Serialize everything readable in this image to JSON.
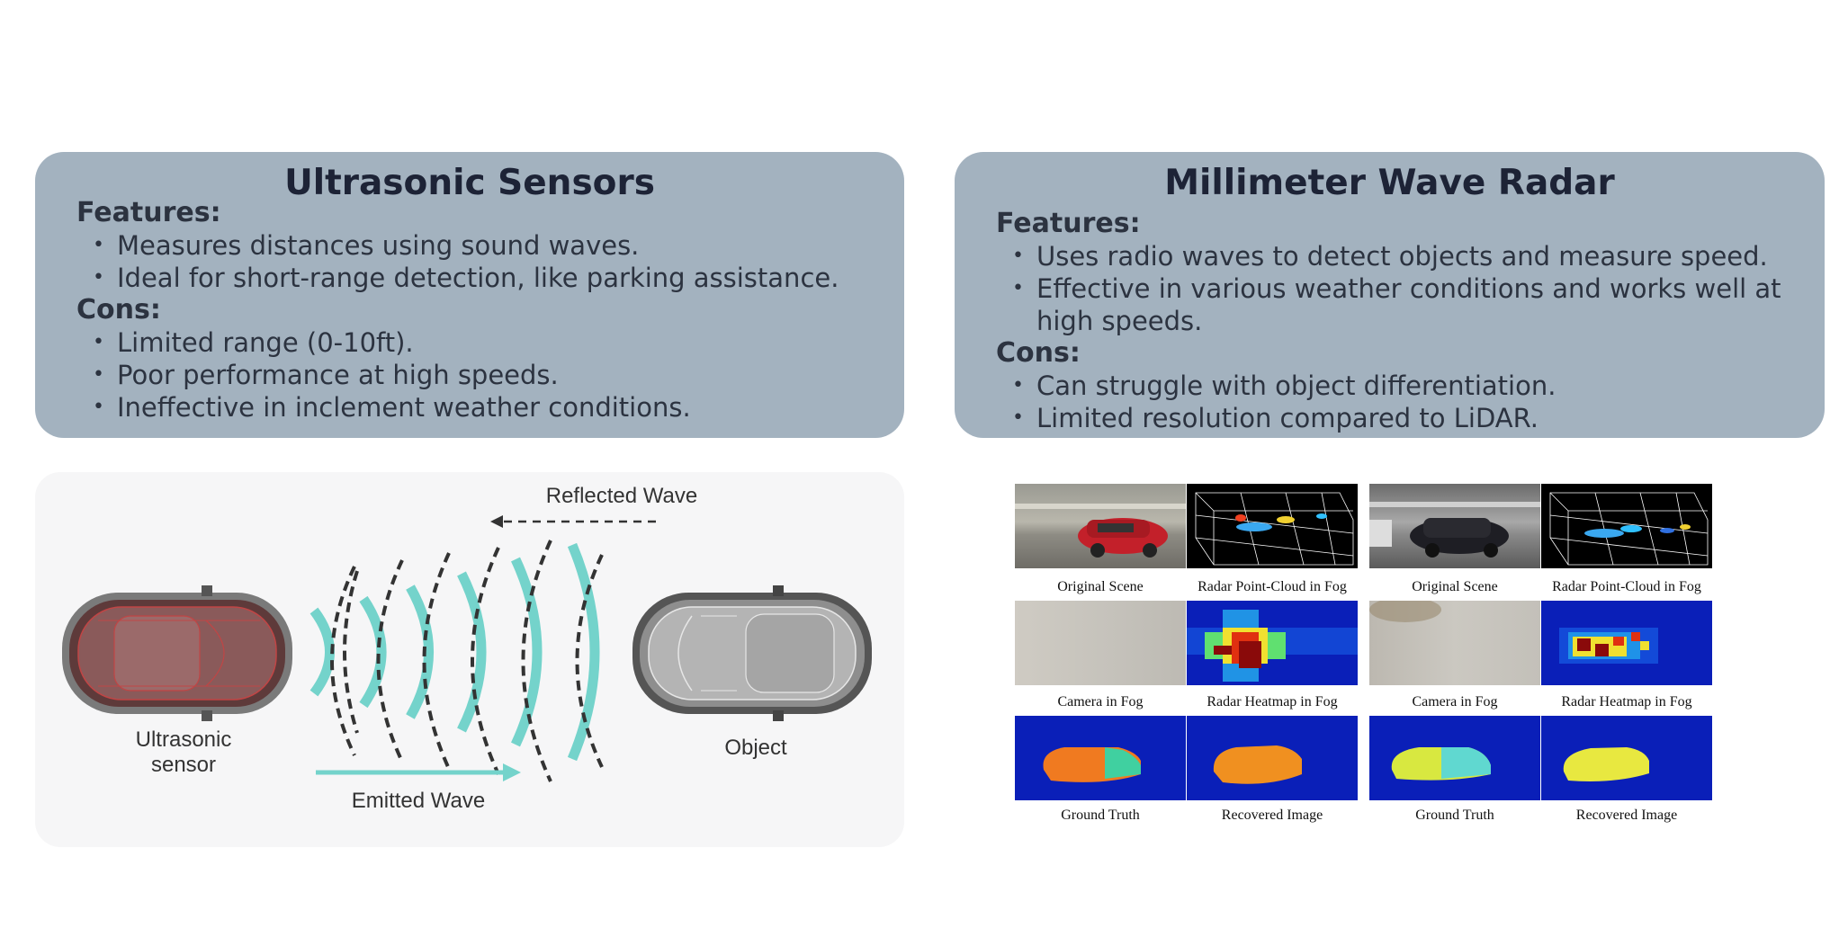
{
  "ultrasonic": {
    "title": "Ultrasonic Sensors",
    "features_label": "Features:",
    "features": [
      "Measures distances using sound waves.",
      "Ideal for short-range detection, like parking assistance."
    ],
    "cons_label": "Cons:",
    "cons": [
      "Limited range (0-10ft).",
      "Poor performance at high speeds.",
      "Ineffective in inclement weather conditions."
    ]
  },
  "radar": {
    "title": "Millimeter Wave Radar",
    "features_label": "Features:",
    "features": [
      "Uses radio waves to detect objects and measure speed.",
      "Effective in various weather conditions and works well at high speeds."
    ],
    "cons_label": "Cons:",
    "cons": [
      "Can struggle with object differentiation.",
      "Limited resolution compared to LiDAR."
    ]
  },
  "diagram": {
    "reflected_wave": "Reflected Wave",
    "emitted_wave": "Emitted Wave",
    "sensor_label": "Ultrasonic sensor",
    "object_label": "Object",
    "accent_color": "#74d3cb"
  },
  "figure": {
    "captions": [
      "Original Scene",
      "Radar Point-Cloud in Fog",
      "Original Scene",
      "Radar Point-Cloud in Fog",
      "Camera in Fog",
      "Radar Heatmap in Fog",
      "Camera in Fog",
      "Radar Heatmap in Fog",
      "Ground Truth",
      "Recovered Image",
      "Ground Truth",
      "Recovered Image"
    ]
  }
}
